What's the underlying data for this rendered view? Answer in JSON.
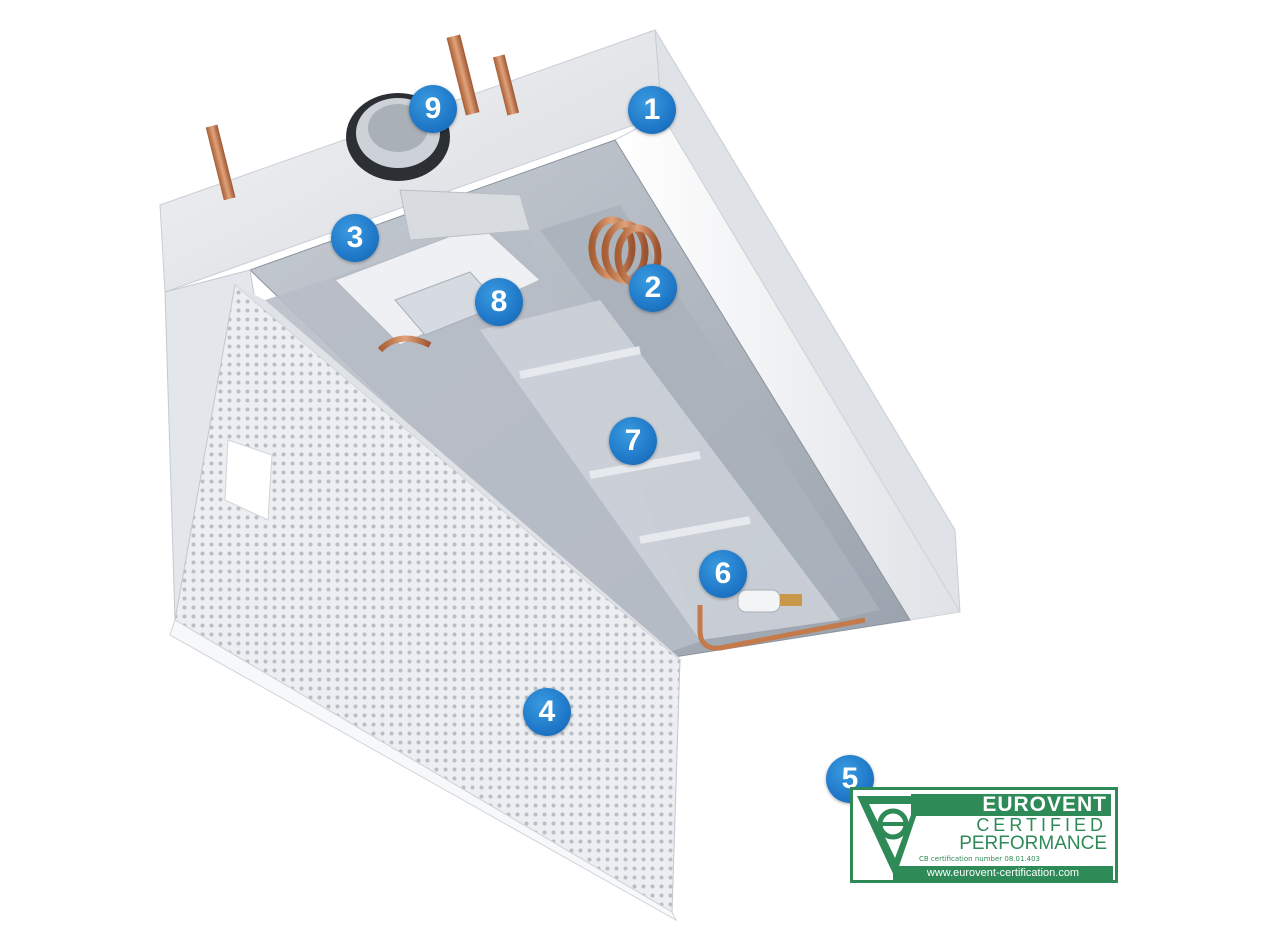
{
  "callouts": [
    {
      "id": "1",
      "label": "1"
    },
    {
      "id": "2",
      "label": "2"
    },
    {
      "id": "3",
      "label": "3"
    },
    {
      "id": "4",
      "label": "4"
    },
    {
      "id": "5",
      "label": "5"
    },
    {
      "id": "6",
      "label": "6"
    },
    {
      "id": "7",
      "label": "7"
    },
    {
      "id": "8",
      "label": "8"
    },
    {
      "id": "9",
      "label": "9"
    }
  ],
  "badge": {
    "brand": "EUROVENT",
    "line2": "CERTIFIED",
    "line3": "PERFORMANCE",
    "small": "CB  certification number 08.01.403",
    "url": "www.eurovent-certification.com"
  },
  "colors": {
    "callout": "#1f78c8",
    "badge_green": "#2e8a57",
    "housing": "#e9ebee",
    "copper": "#c47a4a"
  }
}
